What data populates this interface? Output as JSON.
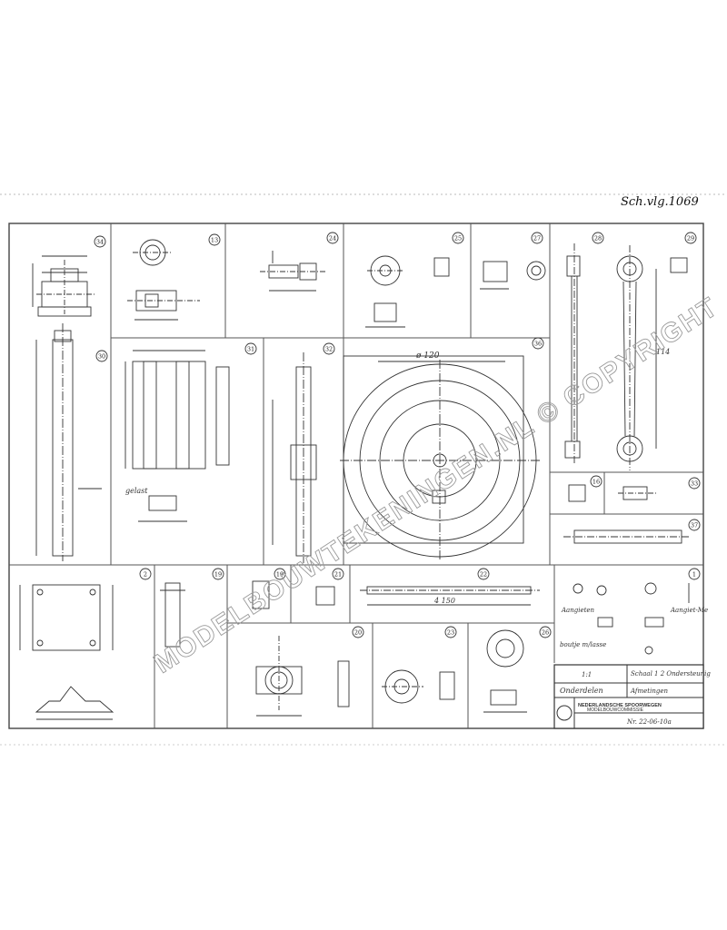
{
  "drawing": {
    "corner_note": "Sch.vlg.1069",
    "watermark": "MODELBOUWTEKENINGEN.NL © COPYRIGHT",
    "title_block": {
      "row1_left": "1:1",
      "row1_right": "Schaal 1 2 Ondersteunig",
      "row2_left": "Onderdelen",
      "row2_right": "Afmetingen",
      "org_line1": "NEDERLANDSCHE SPOORWEGEN",
      "org_line2": "MODELBOUWCOMMISSIE",
      "number": "Nr. 22-06-10a"
    },
    "parts": [
      {
        "id": "p-a",
        "num": "34"
      },
      {
        "id": "p-b",
        "num": "13"
      },
      {
        "id": "p-c",
        "num": "24"
      },
      {
        "id": "p-d",
        "num": "25"
      },
      {
        "id": "p-e",
        "num": "27"
      },
      {
        "id": "p-f",
        "num": "28"
      },
      {
        "id": "p-g",
        "num": "29"
      },
      {
        "id": "p-h",
        "num": "30"
      },
      {
        "id": "p-i",
        "num": "31"
      },
      {
        "id": "p-j",
        "num": "32"
      },
      {
        "id": "p-k",
        "num": "36"
      },
      {
        "id": "p-l",
        "num": "16"
      },
      {
        "id": "p-m",
        "num": "33"
      },
      {
        "id": "p-n",
        "num": "37"
      },
      {
        "id": "p-o",
        "num": "19"
      },
      {
        "id": "p-p",
        "num": "19"
      },
      {
        "id": "p-q",
        "num": "21"
      },
      {
        "id": "p-r",
        "num": "22"
      },
      {
        "id": "p-s",
        "num": "1"
      },
      {
        "id": "p-t",
        "num": "20"
      },
      {
        "id": "p-u",
        "num": "23"
      },
      {
        "id": "p-v",
        "num": "26"
      },
      {
        "id": "p-w",
        "num": "2"
      }
    ],
    "notes": {
      "welded": "gelast",
      "big_diameter": "ø 120",
      "rod_length": "114",
      "rail_length": "4 150",
      "note_a": "Aangieten",
      "note_b": "Aangiet-Me",
      "note_c": "boutje m/lasse"
    }
  }
}
